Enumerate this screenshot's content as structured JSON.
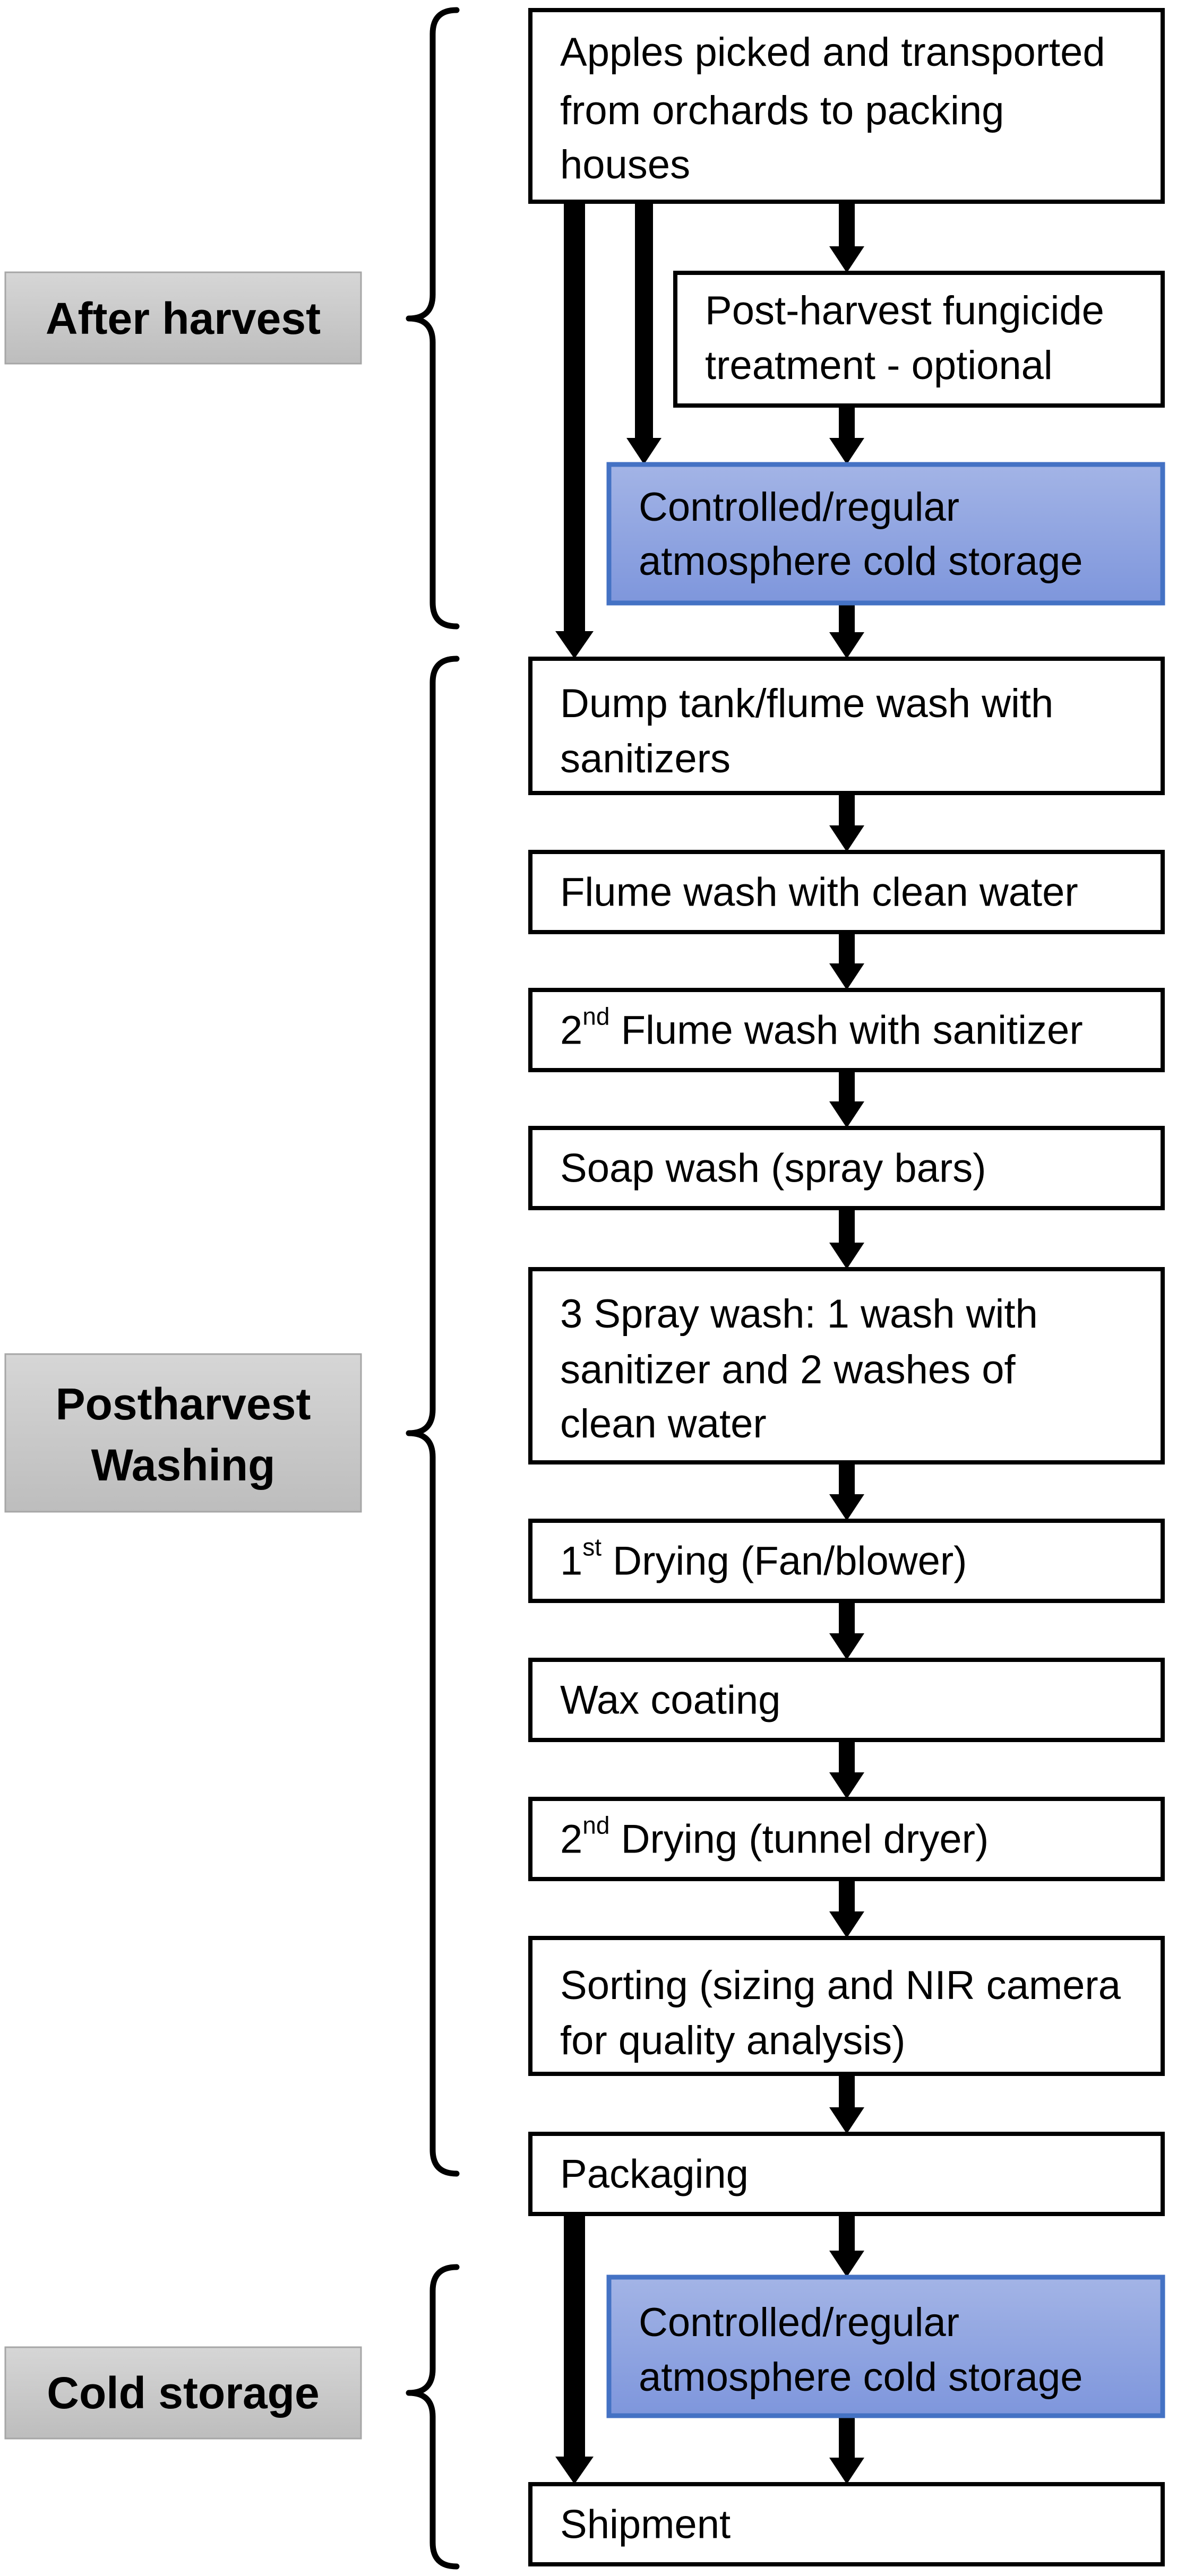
{
  "colors": {
    "box_stroke": "#000000",
    "box_fill": "#ffffff",
    "highlight_fill_top": "#a3b4e6",
    "highlight_fill_bottom": "#7e96dc",
    "highlight_stroke": "#4472c4",
    "stage_label_fill": "#c8c8c8",
    "stage_label_stroke": "#a6a6a6",
    "arrow": "#000000"
  },
  "stages": [
    {
      "id": "after-harvest",
      "label_lines": [
        "After harvest"
      ]
    },
    {
      "id": "postharvest-washing",
      "label_lines": [
        "Postharvest",
        "Washing"
      ]
    },
    {
      "id": "cold-storage",
      "label_lines": [
        "Cold storage"
      ]
    }
  ],
  "steps": [
    {
      "id": "picked",
      "lines": [
        [
          {
            "t": "Apples picked and transported"
          }
        ],
        [
          {
            "t": "from orchards to packing"
          }
        ],
        [
          {
            "t": "houses"
          }
        ]
      ]
    },
    {
      "id": "fungicide",
      "lines": [
        [
          {
            "t": "Post-harvest fungicide"
          }
        ],
        [
          {
            "t": "treatment - optional"
          }
        ]
      ]
    },
    {
      "id": "cold-storage-1",
      "highlight": true,
      "lines": [
        [
          {
            "t": "Controlled/regular"
          }
        ],
        [
          {
            "t": "atmosphere cold storage"
          }
        ]
      ]
    },
    {
      "id": "dump-tank",
      "lines": [
        [
          {
            "t": "Dump tank/flume wash with"
          }
        ],
        [
          {
            "t": "sanitizers"
          }
        ]
      ]
    },
    {
      "id": "flume-clean",
      "lines": [
        [
          {
            "t": "Flume wash with clean water"
          }
        ]
      ]
    },
    {
      "id": "flume-2nd",
      "lines": [
        [
          {
            "t": "2"
          },
          {
            "t": "nd",
            "sup": true
          },
          {
            "t": " Flume wash with sanitizer"
          }
        ]
      ]
    },
    {
      "id": "soap-wash",
      "lines": [
        [
          {
            "t": "Soap wash (spray bars)"
          }
        ]
      ]
    },
    {
      "id": "spray-wash",
      "lines": [
        [
          {
            "t": "3 Spray wash: 1 wash with"
          }
        ],
        [
          {
            "t": "sanitizer and 2 washes of"
          }
        ],
        [
          {
            "t": "clean water"
          }
        ]
      ]
    },
    {
      "id": "drying-1st",
      "lines": [
        [
          {
            "t": "1"
          },
          {
            "t": "st",
            "sup": true
          },
          {
            "t": " Drying (Fan/blower)"
          }
        ]
      ]
    },
    {
      "id": "wax",
      "lines": [
        [
          {
            "t": "Wax coating"
          }
        ]
      ]
    },
    {
      "id": "drying-2nd",
      "lines": [
        [
          {
            "t": "2"
          },
          {
            "t": "nd",
            "sup": true
          },
          {
            "t": " Drying (tunnel dryer)"
          }
        ]
      ]
    },
    {
      "id": "sorting",
      "lines": [
        [
          {
            "t": "Sorting (sizing and NIR camera"
          }
        ],
        [
          {
            "t": "for quality analysis)"
          }
        ]
      ]
    },
    {
      "id": "packaging",
      "lines": [
        [
          {
            "t": "Packaging"
          }
        ]
      ]
    },
    {
      "id": "cold-storage-2",
      "highlight": true,
      "lines": [
        [
          {
            "t": "Controlled/regular"
          }
        ],
        [
          {
            "t": "atmosphere cold storage"
          }
        ]
      ]
    },
    {
      "id": "shipment",
      "lines": [
        [
          {
            "t": "Shipment"
          }
        ]
      ]
    }
  ]
}
